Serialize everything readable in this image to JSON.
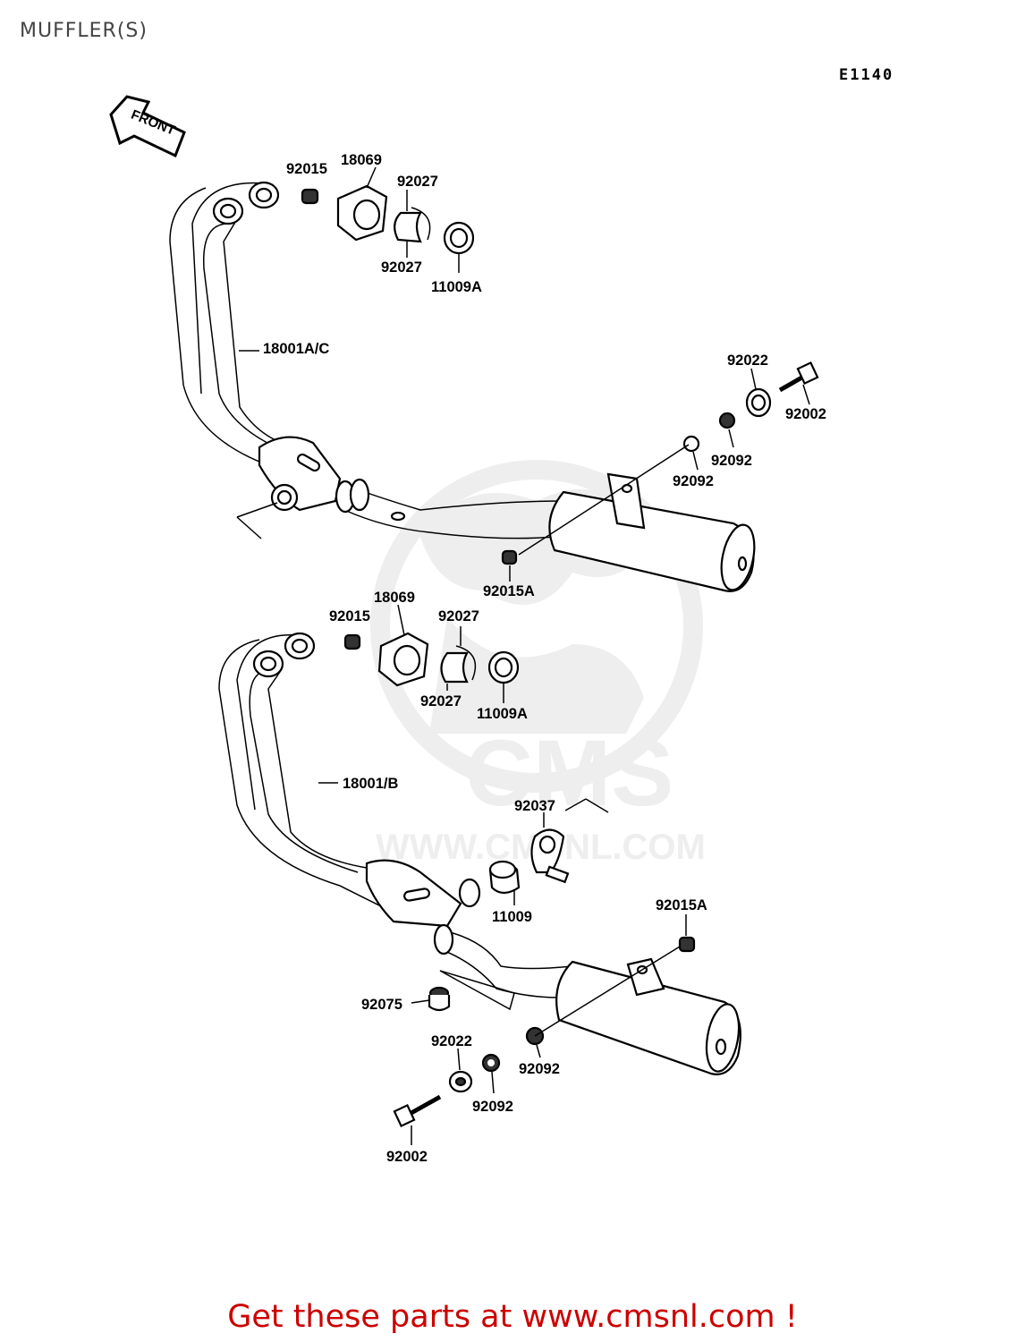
{
  "title": "MUFFLER(S)",
  "diagram_code": "E1140",
  "direction_arrow": "FRONT",
  "watermark": {
    "brand": "CMS",
    "url": "WWW.CMSNL.COM"
  },
  "callouts": {
    "upper": {
      "nut_92015": "92015",
      "holder_18069": "18069",
      "collar_92027_top": "92027",
      "collar_92027_bottom": "92027",
      "gasket_11009A": "11009A",
      "pipe_18001AC": "18001A/C",
      "washer_92022": "92022",
      "bolt_92002": "92002",
      "bush_92092_a": "92092",
      "bush_92092_b": "92092",
      "nut_92015A": "92015A"
    },
    "lower": {
      "nut_92015": "92015",
      "holder_18069": "18069",
      "collar_92027_top": "92027",
      "collar_92027_bottom": "92027",
      "gasket_11009A": "11009A",
      "pipe_18001B": "18001/B",
      "clamp_92037": "92037",
      "gasket_11009": "11009",
      "nut_92015A": "92015A",
      "damper_92075": "92075",
      "washer_92022": "92022",
      "bush_92092_a": "92092",
      "bush_92092_b": "92092",
      "bolt_92002": "92002"
    }
  },
  "promo_link": "Get these parts at www.cmsnl.com !",
  "colors": {
    "promo": "#cc0000",
    "watermark": "#eeeeee",
    "line": "#000000"
  }
}
